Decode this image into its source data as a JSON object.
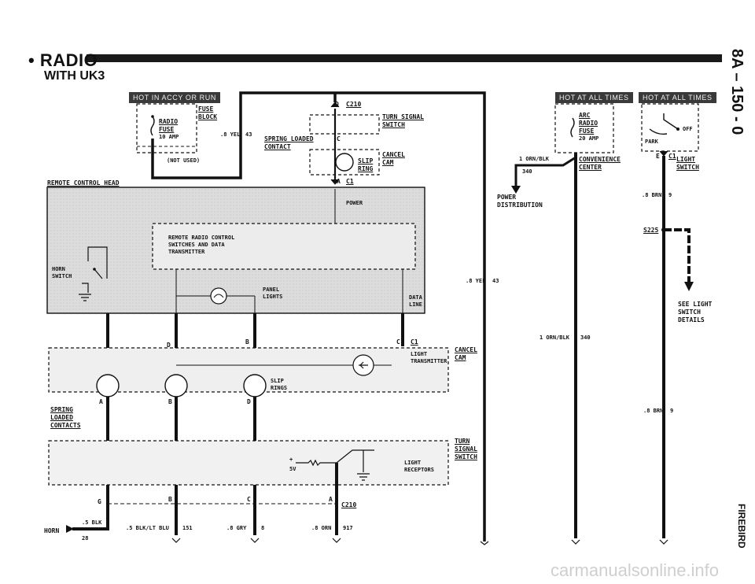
{
  "header": {
    "title": "RADIO",
    "subtitle": "WITH UK3",
    "section_code": "8A – 150 - 0",
    "model": "FIREBIRD",
    "watermark": "carmanualsonline.info"
  },
  "hot_labels": {
    "accy_run": "HOT IN ACCY OR RUN",
    "at_all_times_1": "HOT AT ALL TIMES",
    "at_all_times_2": "HOT AT ALL TIMES"
  },
  "fuse_block": {
    "title_1": "FUSE",
    "title_2": "BLOCK",
    "radio_fuse_1": "RADIO",
    "radio_fuse_2": "FUSE",
    "amp": "10 AMP",
    "not_used": "(NOT USED)"
  },
  "arc_fuse": {
    "line1": "ARC",
    "line2": "RADIO",
    "line3": "FUSE",
    "amp": "20 AMP"
  },
  "light_switch": {
    "off": "OFF",
    "park": "PARK",
    "terminal": "E",
    "connector": "C1",
    "title_1": "LIGHT",
    "title_2": "SWITCH"
  },
  "connectors": {
    "c210": "C210",
    "c1": "C1",
    "d": "D",
    "c": "C",
    "a": "A",
    "b": "B",
    "g": "G",
    "s225": "S225"
  },
  "top_labels": {
    "turn_signal_1": "TURN SIGNAL",
    "turn_signal_2": "SWITCH",
    "spring_loaded_1": "SPRING LOADED",
    "spring_loaded_2": "CONTACT",
    "slip_1": "SLIP",
    "slip_2": "RING",
    "cancel_1": "CANCEL",
    "cancel_2": "CAM"
  },
  "head": {
    "title": "REMOTE CONTROL HEAD",
    "power": "POWER",
    "transmitter_1": "REMOTE RADIO CONTROL",
    "transmitter_2": "SWITCHES AND DATA",
    "transmitter_3": "TRANSMITTER",
    "horn_1": "HORN",
    "horn_2": "SWITCH",
    "panel_1": "PANEL",
    "panel_2": "LIGHTS",
    "data_1": "DATA",
    "data_2": "LINE"
  },
  "mid": {
    "light_1": "LIGHT",
    "light_2": "TRANSMITTER",
    "cancel_1": "CANCEL",
    "cancel_2": "CAM",
    "slip_1": "SLIP",
    "slip_2": "RINGS",
    "spring_1": "SPRING",
    "spring_2": "LOADED",
    "spring_3": "CONTACTS"
  },
  "turn": {
    "title_1": "TURN",
    "title_2": "SIGNAL",
    "title_3": "SWITCH",
    "receptors_1": "LIGHT",
    "receptors_2": "RECEPTORS",
    "volts": "5V",
    "plus": "+"
  },
  "wires": {
    "yel_top": ".8 YEL",
    "yel_top_num": "43",
    "yel_mid": ".8 YEL",
    "yel_mid_num": "43",
    "orn_blk_1": "1 ORN/BLK",
    "orn_blk_1_num": "340",
    "orn_blk_2": "1 ORN/BLK",
    "orn_blk_2_num": "340",
    "brn_1": ".8 BRN",
    "brn_1_num": "9",
    "brn_2": ".8 BRN",
    "brn_2_num": "9",
    "horn_wire": ".5 BLK",
    "horn_wire_num": "28",
    "horn": "HORN",
    "blk_lt_blu": ".5 BLK/LT BLU",
    "blk_lt_blu_num": "151",
    "gry": ".8 GRY",
    "gry_num": "8",
    "orn": ".8 ORN",
    "orn_num": "917"
  },
  "power_dist": {
    "line1": "POWER",
    "line2": "DISTRIBUTION",
    "num": "340"
  },
  "convenience": {
    "line1": "CONVENIENCE",
    "line2": "CENTER"
  },
  "see_light": {
    "line1": "SEE LIGHT",
    "line2": "SWITCH",
    "line3": "DETAILS"
  }
}
